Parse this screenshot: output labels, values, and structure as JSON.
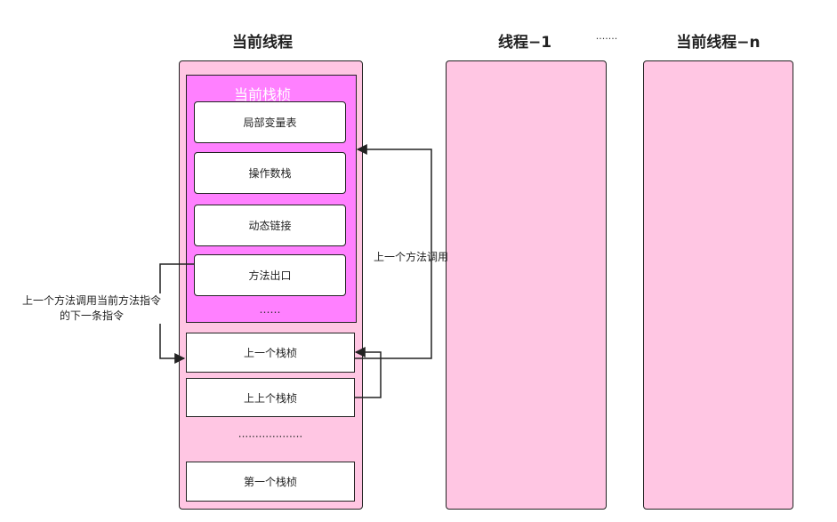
{
  "columns": {
    "current_thread": "当前线程",
    "thread_1": "线程−1",
    "separator": "·······",
    "thread_n": "当前线程−n"
  },
  "current_frame": {
    "title": "当前栈桢",
    "slots": [
      "局部变量表",
      "操作数栈",
      "动态链接",
      "方法出口"
    ],
    "ellipsis": "……"
  },
  "frames": {
    "previous": "上一个栈桢",
    "previous_previous": "上上个栈桢",
    "ellipsis": "···················",
    "first": "第一个栈桢"
  },
  "annotations": {
    "caller_label": "上一个方法调用",
    "return_label": "上一个方法调用当前方法指令的下一条指令"
  },
  "colors": {
    "thread_fill": "#ffc6e3",
    "current_frame_fill": "#ff80ff",
    "stroke": "#222222"
  }
}
